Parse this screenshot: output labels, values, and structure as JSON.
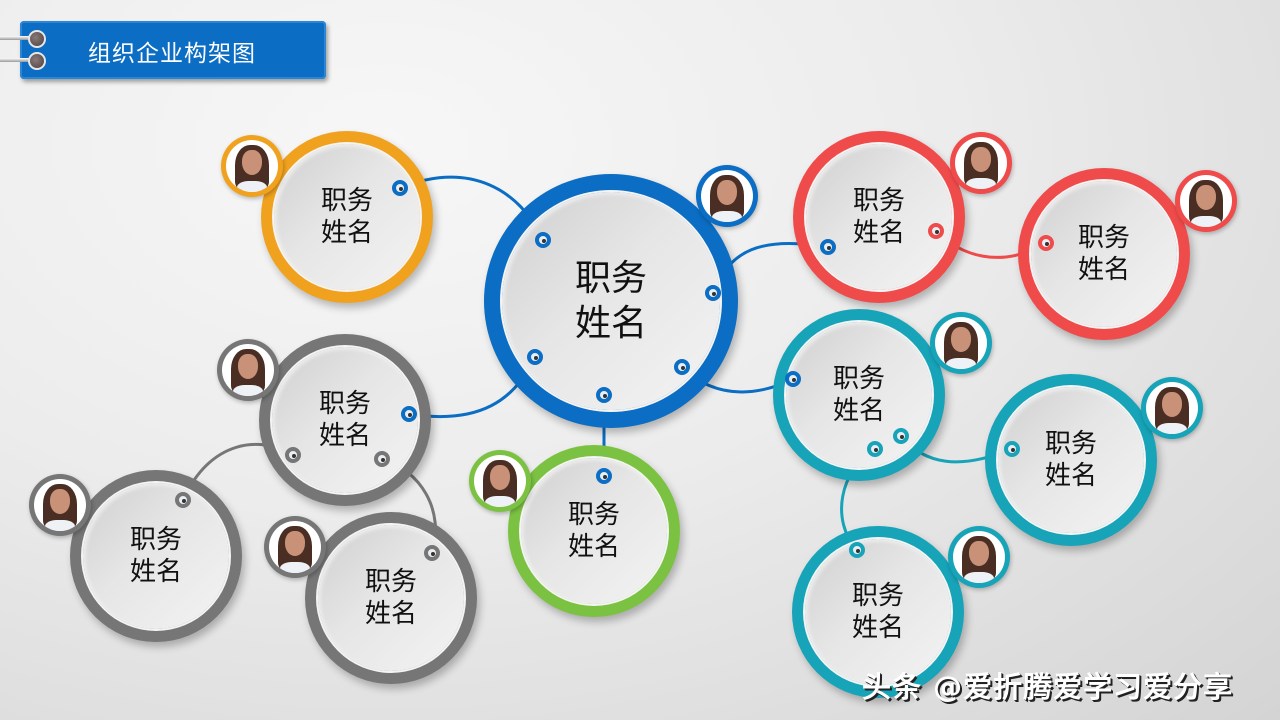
{
  "title": "组织企业构架图",
  "colors": {
    "blue": "#0b6dc3",
    "orange": "#f0a21f",
    "red": "#ef4b4b",
    "teal": "#17a3b8",
    "gray": "#767676",
    "green": "#7cc242"
  },
  "nodes": [
    {
      "id": "center",
      "title": "职务",
      "name": "姓名",
      "color": "blue"
    },
    {
      "id": "orange",
      "title": "职务",
      "name": "姓名",
      "color": "orange"
    },
    {
      "id": "red1",
      "title": "职务",
      "name": "姓名",
      "color": "red"
    },
    {
      "id": "red2",
      "title": "职务",
      "name": "姓名",
      "color": "red"
    },
    {
      "id": "teal1",
      "title": "职务",
      "name": "姓名",
      "color": "teal"
    },
    {
      "id": "teal2",
      "title": "职务",
      "name": "姓名",
      "color": "teal"
    },
    {
      "id": "teal3",
      "title": "职务",
      "name": "姓名",
      "color": "teal"
    },
    {
      "id": "gray1",
      "title": "职务",
      "name": "姓名",
      "color": "gray"
    },
    {
      "id": "gray2",
      "title": "职务",
      "name": "姓名",
      "color": "gray"
    },
    {
      "id": "gray3",
      "title": "职务",
      "name": "姓名",
      "color": "gray"
    },
    {
      "id": "green",
      "title": "职务",
      "name": "姓名",
      "color": "green"
    }
  ],
  "watermark": "头条 @爱折腾爱学习爱分享"
}
